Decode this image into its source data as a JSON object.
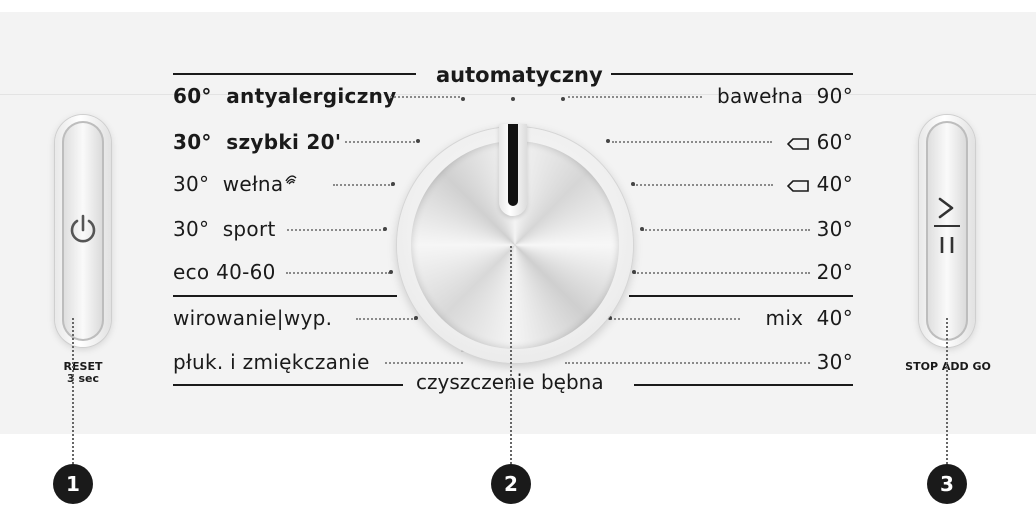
{
  "dial": {
    "top_label": "automatyczny",
    "bottom_label": "czyszczenie bębna",
    "left_programs": [
      {
        "temp": "60°",
        "name": "antyalergiczny",
        "bold": true
      },
      {
        "temp": "30°",
        "name": "szybki 20'",
        "bold": true
      },
      {
        "temp": "30°",
        "name": "wełna",
        "icon": "wool-icon",
        "bold": false
      },
      {
        "temp": "30°",
        "name": "sport",
        "bold": false
      },
      {
        "temp": "",
        "name": "eco 40-60",
        "bold": false
      },
      {
        "temp": "",
        "name": "wirowanie|wyp.",
        "bold": false
      },
      {
        "temp": "",
        "name": "płuk. i zmiękczanie",
        "bold": false
      }
    ],
    "right_programs": [
      {
        "name": "bawełna",
        "temp": "90°"
      },
      {
        "name": "",
        "icon": "easy-care-icon",
        "temp": "60°"
      },
      {
        "name": "",
        "icon": "easy-care-icon",
        "temp": "40°"
      },
      {
        "name": "",
        "temp": "30°"
      },
      {
        "name": "",
        "temp": "20°"
      },
      {
        "name": "mix",
        "temp": "40°"
      },
      {
        "name": "",
        "temp": "30°"
      }
    ]
  },
  "buttons": {
    "power": {
      "caption_line1": "RESET",
      "caption_line2": "3 sec",
      "icon": "power-icon"
    },
    "start": {
      "caption": "STOP ADD GO",
      "icon": "play-pause-icon"
    }
  },
  "markers": [
    "1",
    "2",
    "3"
  ]
}
